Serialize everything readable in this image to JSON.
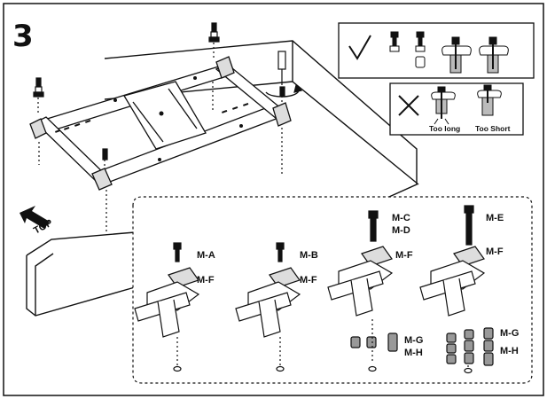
{
  "step": {
    "number": "3"
  },
  "orientation": {
    "label": "TOP"
  },
  "correct_panel": {
    "icon": "check-mark-icon"
  },
  "incorrect_panel": {
    "icon": "cross-mark-icon",
    "labels": [
      "Too long",
      "Too Short"
    ]
  },
  "configurations": [
    {
      "screw": "M-A",
      "washer": "M-F",
      "spacer": ""
    },
    {
      "screw": "M-B",
      "washer": "M-F",
      "spacer": ""
    },
    {
      "screw": "M-C\nM-D",
      "screw_a": "M-C",
      "screw_b": "M-D",
      "washer": "M-F",
      "spacer_a": "M-G",
      "spacer_b": "M-H"
    },
    {
      "screw": "M-E",
      "washer": "M-F",
      "spacer_a": "M-G",
      "spacer_b": "M-H"
    }
  ],
  "colors": {
    "ink": "#111111",
    "grey": "#b0b0b0",
    "paper": "#ffffff"
  }
}
